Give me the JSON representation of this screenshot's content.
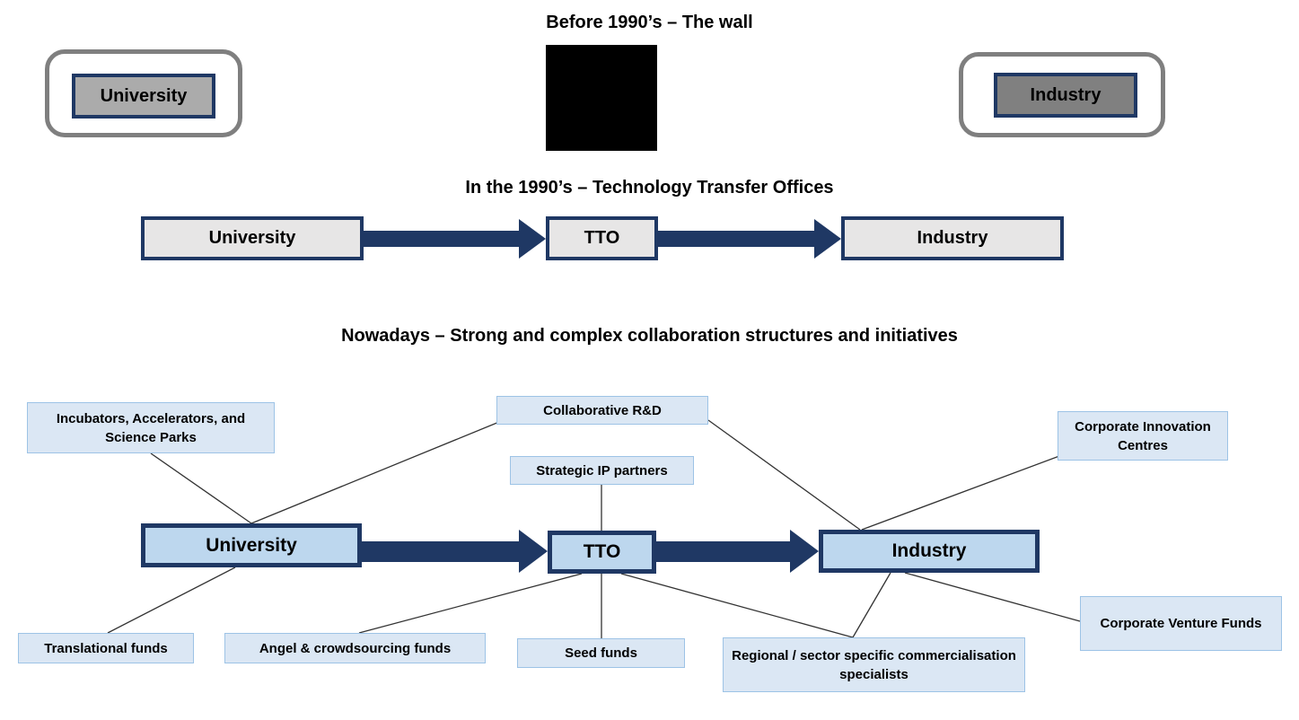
{
  "colors": {
    "navy": "#1f3864",
    "gray_border": "#7f7f7f",
    "university_gray_fill": "#ababab",
    "industry_gray_fill": "#808080",
    "light_gray_fill": "#e7e6e6",
    "main_blue_fill": "#bdd7ee",
    "satellite_fill": "#dbe7f4",
    "satellite_border": "#9dc3e6",
    "wall": "#000000",
    "connector": "#333333",
    "bg": "#ffffff"
  },
  "s1": {
    "title": "Before 1990’s – The wall",
    "university": "University",
    "industry": "Industry"
  },
  "s2": {
    "title": "In the 1990’s – Technology Transfer Offices",
    "university": "University",
    "tto": "TTO",
    "industry": "Industry"
  },
  "s3": {
    "title": "Nowadays – Strong and complex collaboration structures and initiatives",
    "university": "University",
    "tto": "TTO",
    "industry": "Industry",
    "satellites": {
      "incubators": "Incubators, Accelerators, and Science Parks",
      "collaborative_rd": "Collaborative R&D",
      "strategic_ip": "Strategic IP partners",
      "corporate_innovation": "Corporate Innovation Centres",
      "translational": "Translational funds",
      "angel": "Angel & crowdsourcing funds",
      "seed": "Seed funds",
      "regional": "Regional / sector specific commercialisation specialists",
      "corporate_venture": "Corporate Venture Funds"
    }
  }
}
